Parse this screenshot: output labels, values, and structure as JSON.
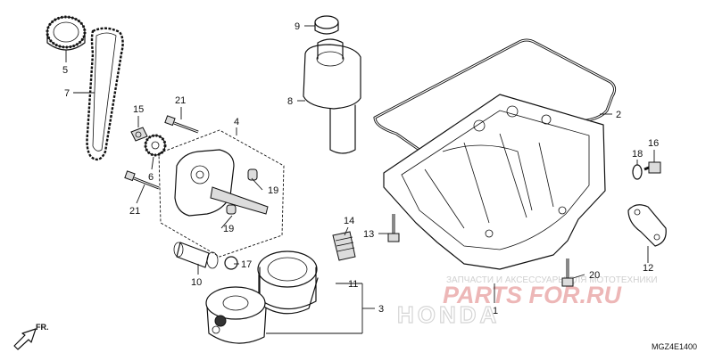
{
  "diagram_code": "MGZ4E1400",
  "front_label": "FR.",
  "watermark": {
    "brand_text": "PARTS FOR.RU",
    "tagline": "ЗАПЧАСТИ И АКСЕССУАРЫ ДЛЯ МОТОТЕХНИКИ",
    "logo": "HONDA"
  },
  "callouts": [
    {
      "id": "n1",
      "label": "1"
    },
    {
      "id": "n2",
      "label": "2"
    },
    {
      "id": "n3",
      "label": "3"
    },
    {
      "id": "n4",
      "label": "4"
    },
    {
      "id": "n5",
      "label": "5"
    },
    {
      "id": "n6",
      "label": "6"
    },
    {
      "id": "n7",
      "label": "7"
    },
    {
      "id": "n8",
      "label": "8"
    },
    {
      "id": "n9",
      "label": "9"
    },
    {
      "id": "n10",
      "label": "10"
    },
    {
      "id": "n11",
      "label": "11"
    },
    {
      "id": "n12",
      "label": "12"
    },
    {
      "id": "n13",
      "label": "13"
    },
    {
      "id": "n14",
      "label": "14"
    },
    {
      "id": "n15",
      "label": "15"
    },
    {
      "id": "n16",
      "label": "16"
    },
    {
      "id": "n17",
      "label": "17"
    },
    {
      "id": "n18",
      "label": "18"
    },
    {
      "id": "n19a",
      "label": "19"
    },
    {
      "id": "n19b",
      "label": "19"
    },
    {
      "id": "n20",
      "label": "20"
    },
    {
      "id": "n21a",
      "label": "21"
    },
    {
      "id": "n21b",
      "label": "21"
    }
  ]
}
